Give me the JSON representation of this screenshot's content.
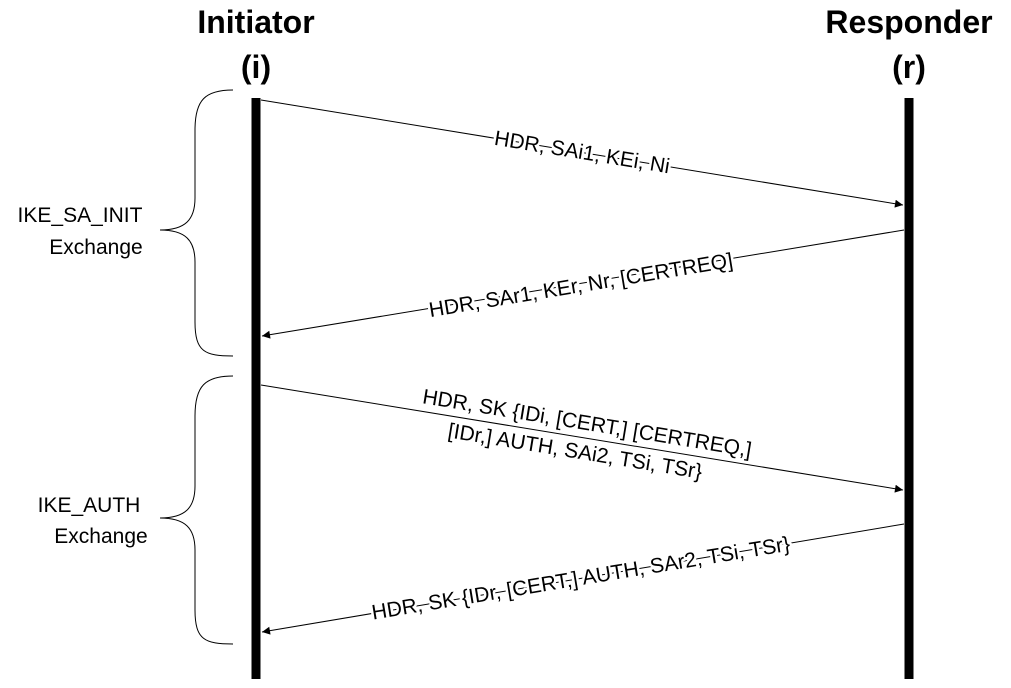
{
  "participants": {
    "initiator": {
      "name": "Initiator",
      "short": "(i)"
    },
    "responder": {
      "name": "Responder",
      "short": "(r)"
    }
  },
  "exchanges": [
    {
      "line1": "IKE_SA_INIT",
      "line2": "Exchange"
    },
    {
      "line1": "IKE_AUTH",
      "line2": "Exchange"
    }
  ],
  "messages": [
    {
      "direction": "i-to-r",
      "lines": [
        "HDR, SAi1, KEi, Ni"
      ]
    },
    {
      "direction": "r-to-i",
      "lines": [
        "HDR, SAr1, KEr, Nr, [CERTREQ]"
      ]
    },
    {
      "direction": "i-to-r",
      "lines": [
        "HDR, SK {IDi, [CERT,] [CERTREQ,]",
        "[IDr,] AUTH, SAi2, TSi, TSr}"
      ]
    },
    {
      "direction": "r-to-i",
      "lines": [
        "HDR, SK {IDr, [CERT,] AUTH, SAr2, TSi, TSr}"
      ]
    }
  ]
}
